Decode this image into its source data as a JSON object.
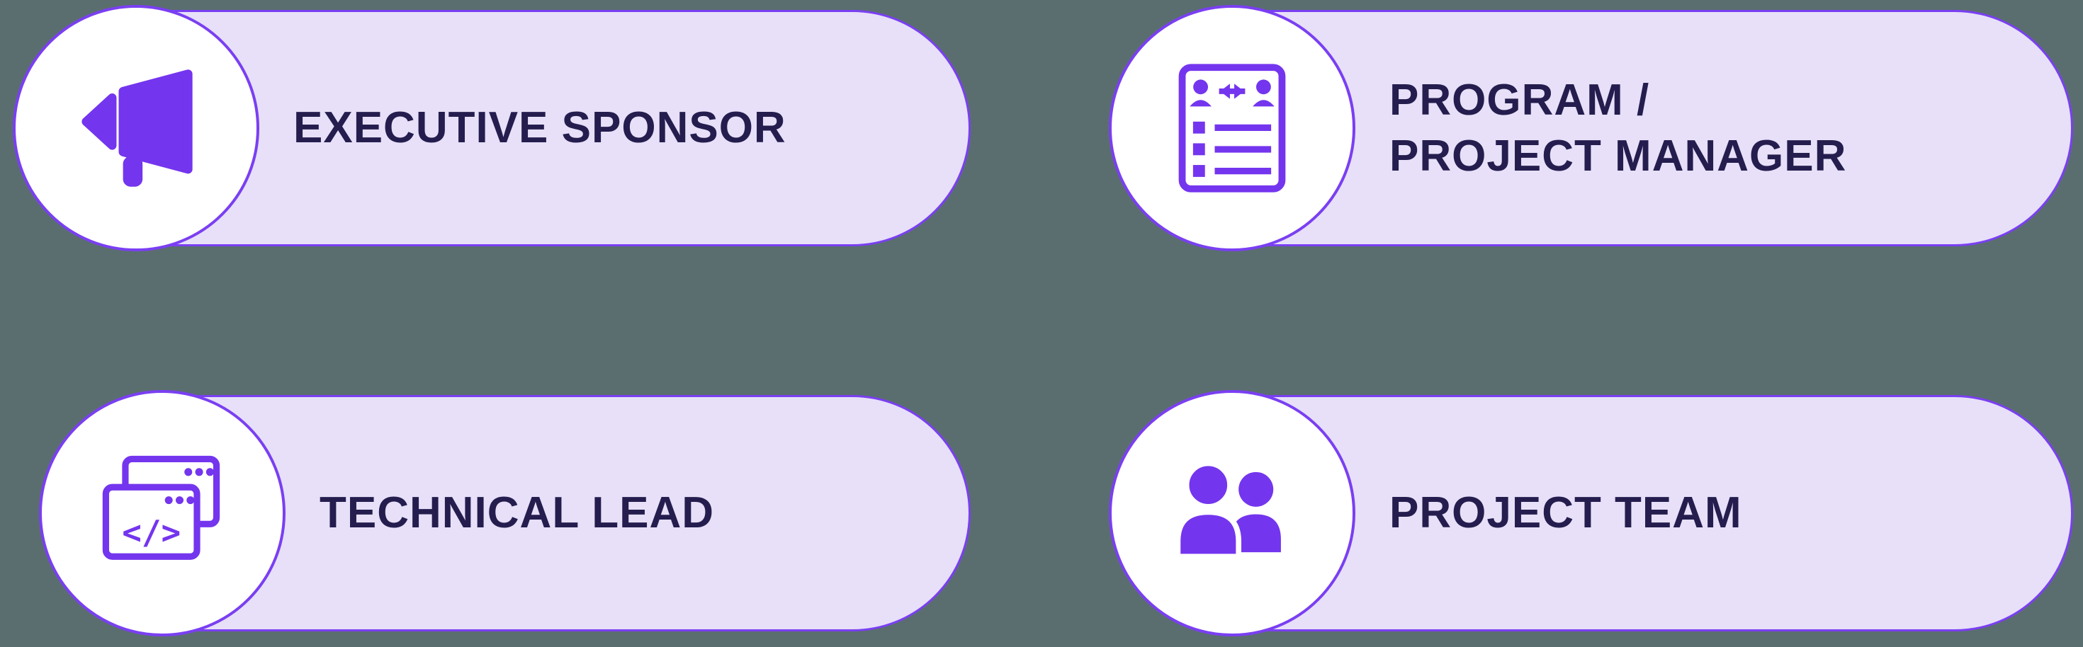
{
  "colors": {
    "background": "#5a6e6f",
    "pill_fill": "#e7e0f8",
    "pill_border": "#7a3ff2",
    "circle_fill": "#ffffff",
    "circle_border": "#7a3ff2",
    "icon": "#7435ee",
    "text": "#241d4e"
  },
  "cards": [
    {
      "id": "executive-sponsor",
      "icon": "megaphone-icon",
      "lines": [
        "EXECUTIVE SPONSOR"
      ]
    },
    {
      "id": "program-project-manager",
      "icon": "stakeholders-checklist-icon",
      "lines": [
        "PROGRAM /",
        "PROJECT MANAGER"
      ]
    },
    {
      "id": "technical-lead",
      "icon": "code-windows-icon",
      "lines": [
        "TECHNICAL LEAD"
      ]
    },
    {
      "id": "project-team",
      "icon": "team-icon",
      "lines": [
        "PROJECT TEAM"
      ]
    }
  ]
}
